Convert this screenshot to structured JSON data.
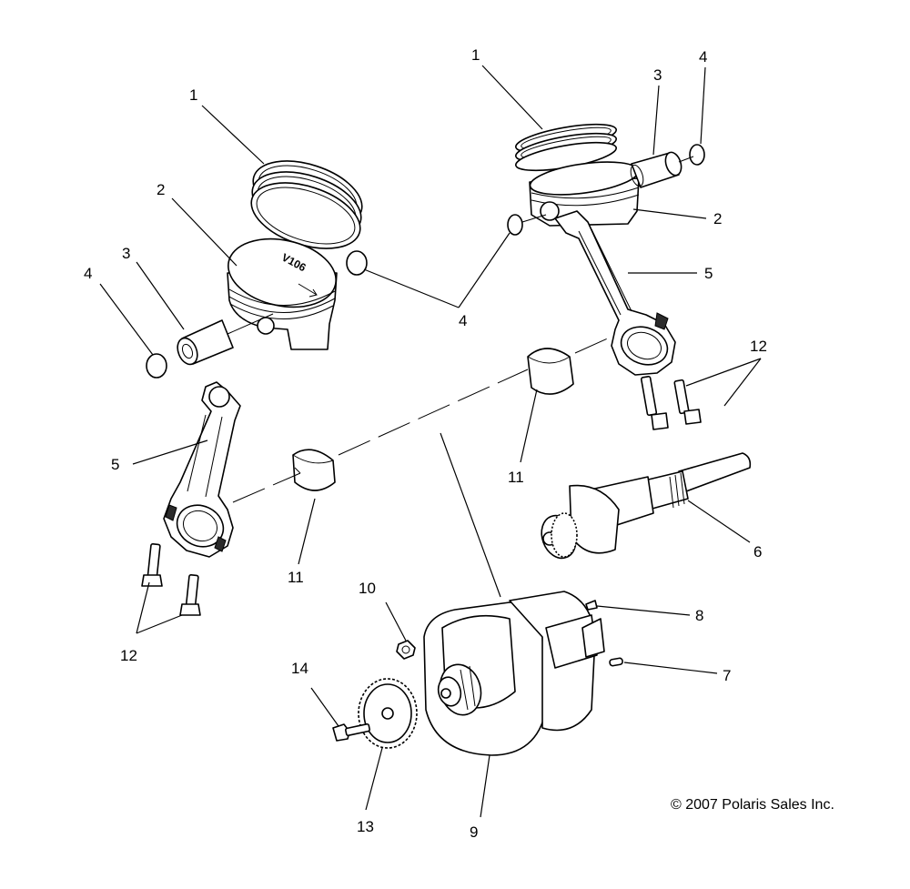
{
  "callouts": [
    {
      "label": "1"
    },
    {
      "label": "2"
    },
    {
      "label": "3"
    },
    {
      "label": "4"
    },
    {
      "label": "4"
    },
    {
      "label": "5"
    },
    {
      "label": "12"
    },
    {
      "label": "11"
    },
    {
      "label": "1"
    },
    {
      "label": "3"
    },
    {
      "label": "4"
    },
    {
      "label": "2"
    },
    {
      "label": "5"
    },
    {
      "label": "12"
    },
    {
      "label": "11"
    },
    {
      "label": "6"
    },
    {
      "label": "10"
    },
    {
      "label": "8"
    },
    {
      "label": "7"
    },
    {
      "label": "14"
    },
    {
      "label": "13"
    },
    {
      "label": "9"
    }
  ],
  "piston_marking": "V106",
  "copyright": "© 2007 Polaris Sales Inc."
}
